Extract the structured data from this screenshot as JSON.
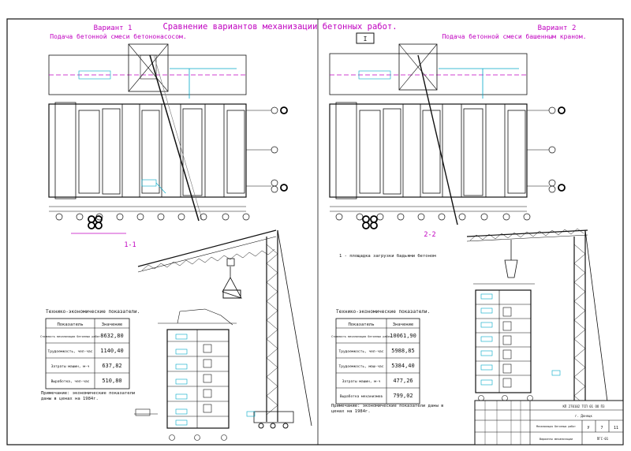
{
  "drawing": {
    "main_title": "Сравнение вариантов механизации бетонных работ.",
    "colors": {
      "title": "#c000c0",
      "dimension": "#00a8c8",
      "line": "#111111",
      "axis_circle": "#000000"
    }
  },
  "variant1": {
    "title": "Вариант 1",
    "subtitle": "Подача бетонной смеси бетононасосом.",
    "section_label": "1-1",
    "note_label": "Примечание: экономические показатели даны в ценах на 1984г.",
    "table_title": "Технико-экономические показатели.",
    "table": {
      "headers": [
        "Показатель",
        "Значение"
      ],
      "rows": [
        [
          "Стоимость механизации бетонных работ",
          "8632,80"
        ],
        [
          "Трудоемкость, чел-час",
          "1140,40"
        ],
        [
          "Затраты машин, м-ч",
          "637,82"
        ],
        [
          "Выработка, чел-час",
          "510,80"
        ]
      ]
    }
  },
  "variant2": {
    "title": "Вариант 2",
    "subtitle": "Подача бетонной смеси башенным краном.",
    "section_label": "2-2",
    "box_label": "I",
    "legend_label": "1 - площадка загрузки бадьями бетоном",
    "note_label": "Примечание: экономические показатели даны в ценах на 1984г.",
    "table_title": "Технико-экономические показатели.",
    "table": {
      "headers": [
        "Показатель",
        "Значение"
      ],
      "rows": [
        [
          "Стоимость механизации бетонных работ",
          "10061,90"
        ],
        [
          "Трудоемкость, чел-час",
          "5988,85"
        ],
        [
          "Трудоемкость, маш-час",
          "5384,40"
        ],
        [
          "Затраты машин, м-ч",
          "477,26"
        ],
        [
          "Выработка механизмов",
          "799,02"
        ]
      ]
    }
  },
  "title_block": {
    "code": "КП 270102 ТСП 01 ОО ПЗ",
    "org": "г. Донецк",
    "project_name": "Механизация бетонных работ",
    "stage": "У",
    "sheet": "7",
    "sheets": "11",
    "drawing_name": "Варианты механизации",
    "group": "ПГС-01"
  }
}
